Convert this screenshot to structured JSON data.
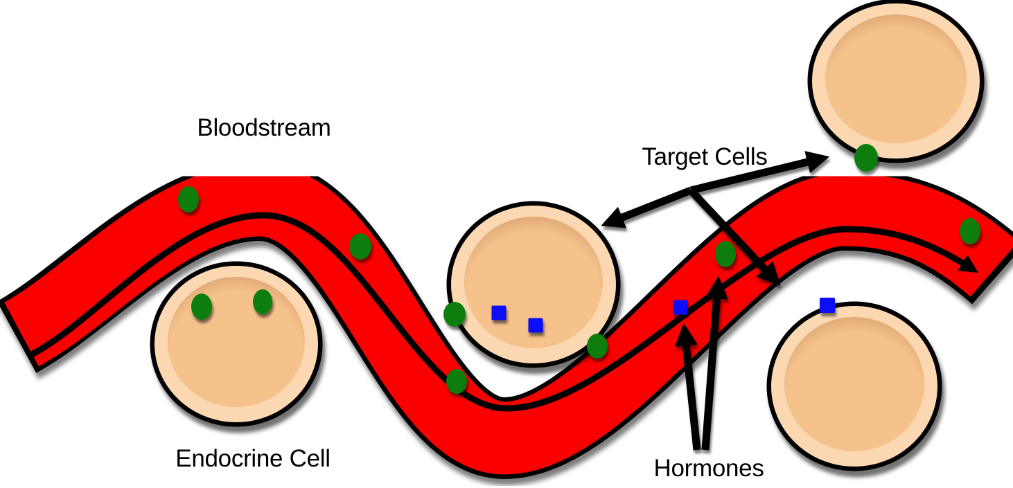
{
  "diagram": {
    "type": "endocrine-signaling-diagram",
    "labels": {
      "bloodstream": "Bloodstream",
      "endocrine_cell": "Endocrine Cell",
      "target_cells": "Target Cells",
      "hormones": "Hormones"
    },
    "colors": {
      "bloodstream_red": "#FB0303",
      "hormone_green": "#087D08",
      "hormone_blue": "#0707F8",
      "cell_ring": "#FBD8B2",
      "cell_inner": "#F6C28C",
      "cell_inner_rim": "#DDA674",
      "outline_black": "#000000"
    },
    "counts": {
      "endocrine_cells": 1,
      "target_cells": 3,
      "green_hormone_markers": 10,
      "blue_hormone_markers": 4
    }
  }
}
